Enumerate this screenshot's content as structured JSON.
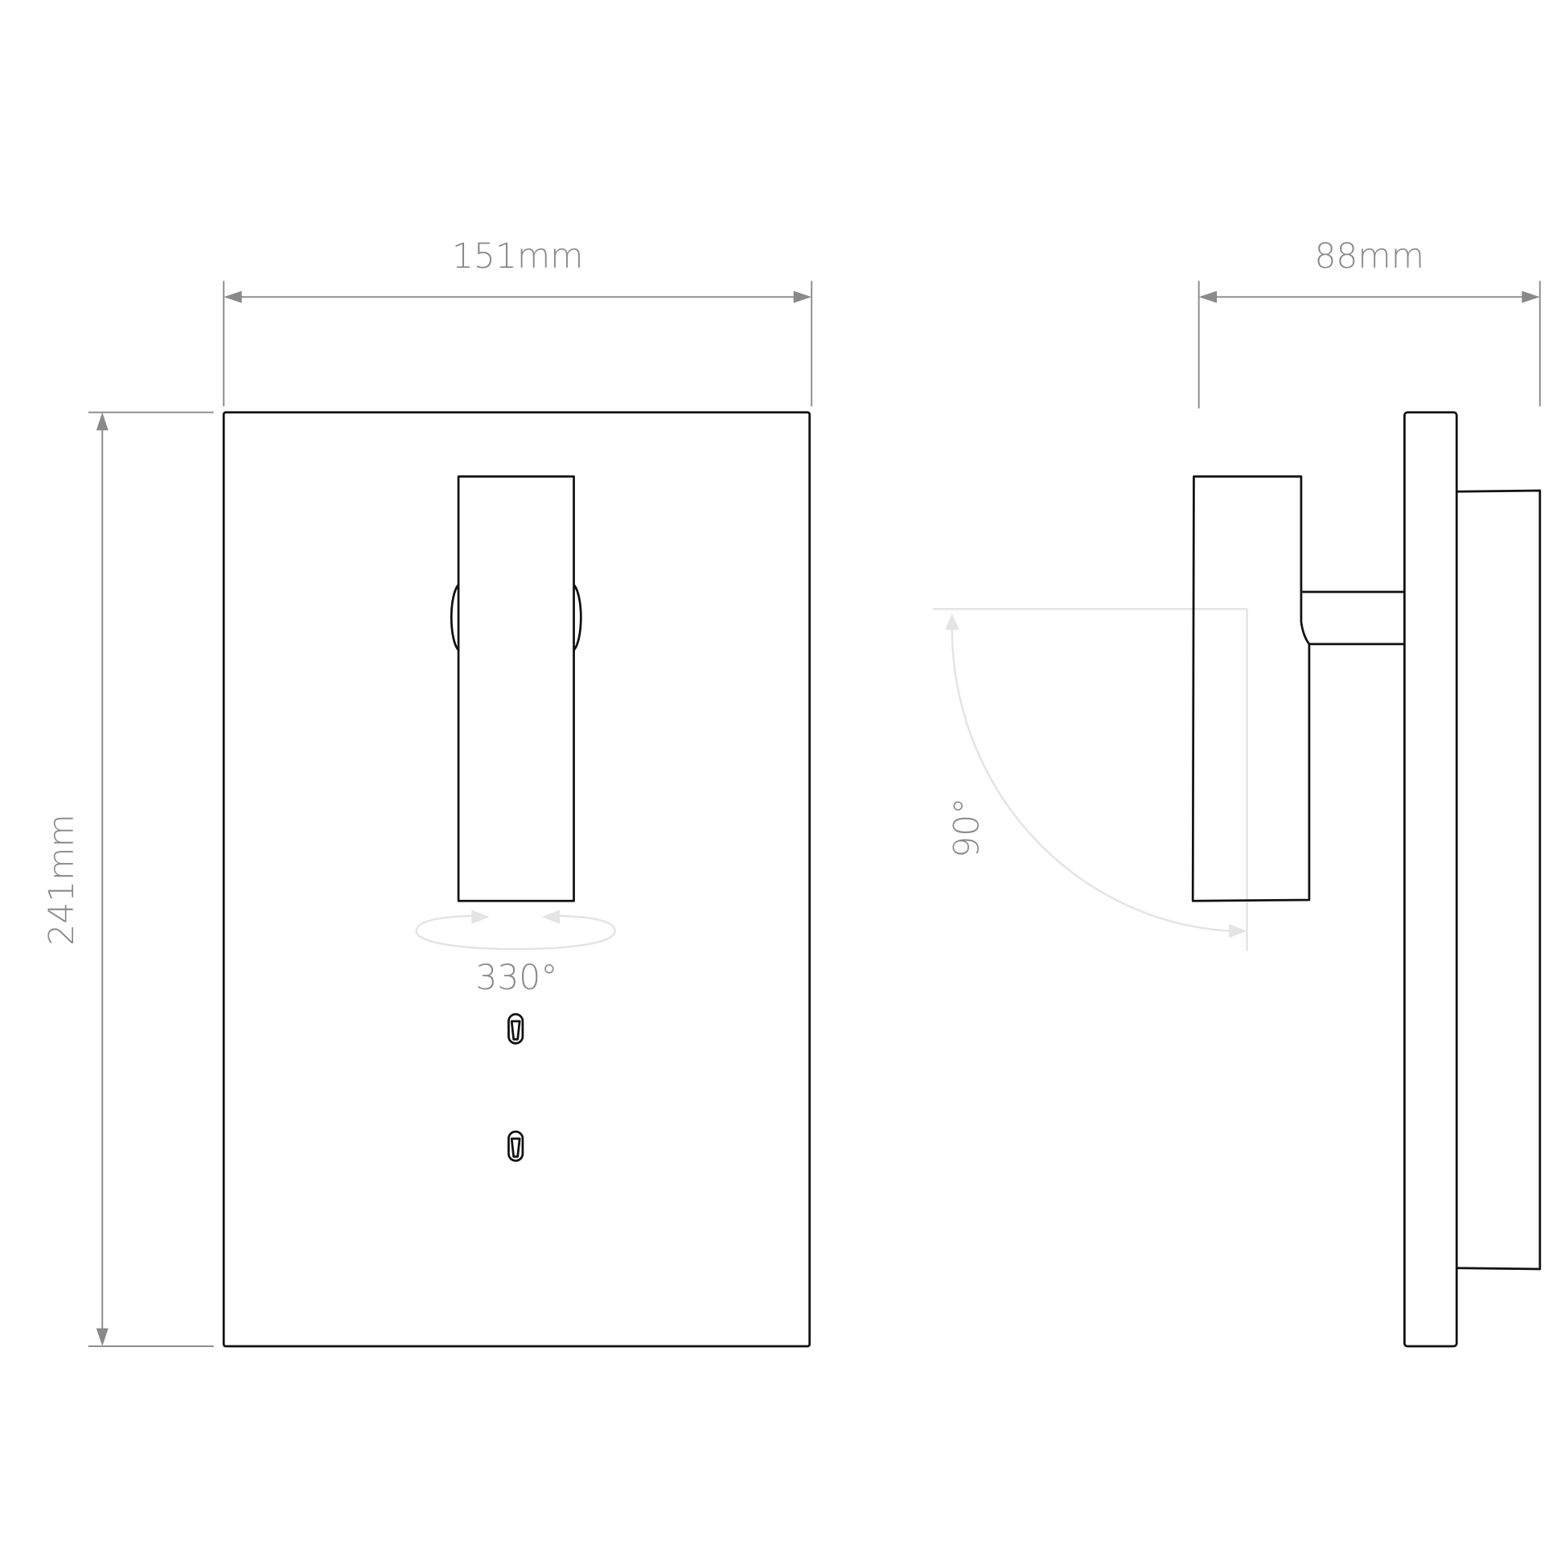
{
  "front_view": {
    "width_label": "151mm",
    "height_label": "241mm",
    "rotation_label": "330°"
  },
  "side_view": {
    "depth_label": "88mm",
    "tilt_label": "90°"
  },
  "colors": {
    "outline": "#111111",
    "dimension": "#8a8a8a",
    "motion": "#e4e4e4"
  }
}
